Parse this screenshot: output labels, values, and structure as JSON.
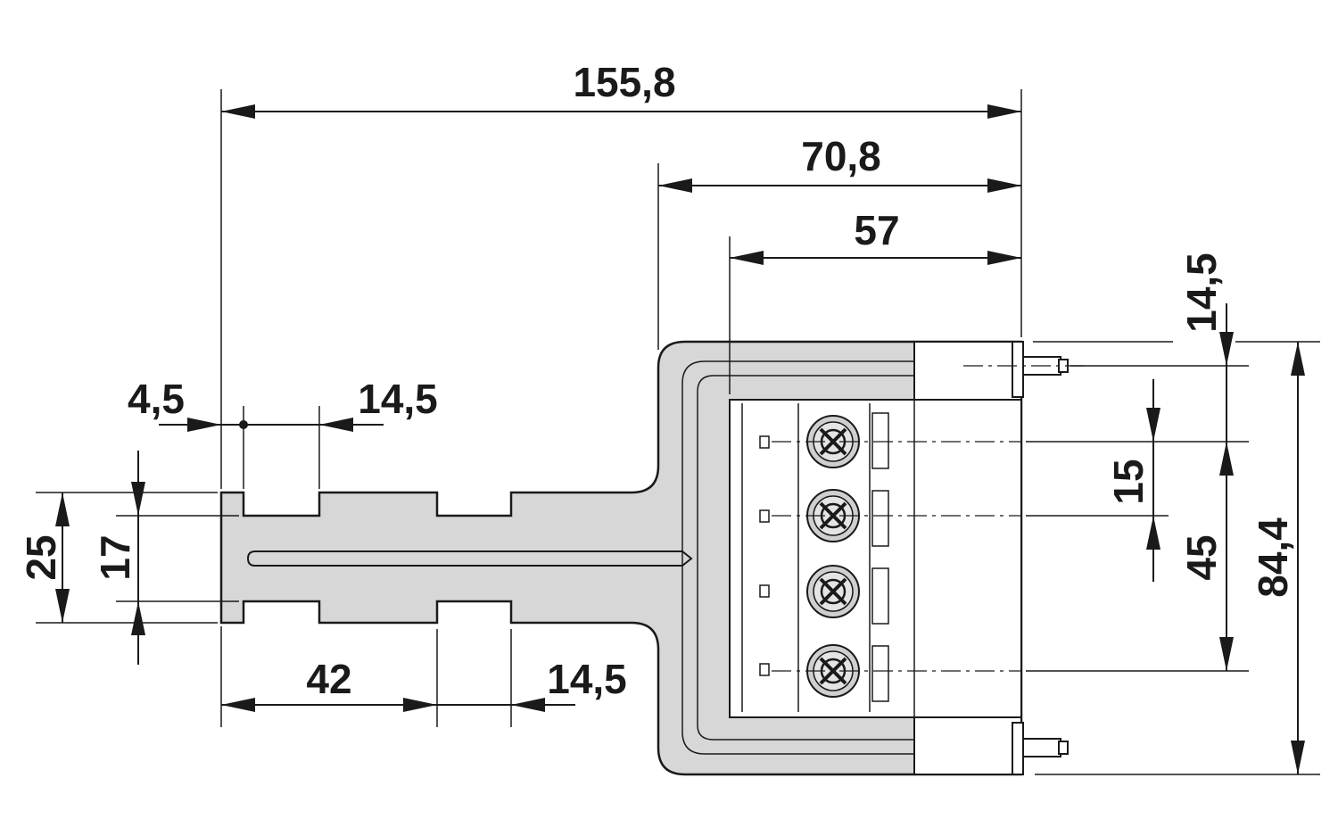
{
  "dimensions": {
    "overall_length": "155,8",
    "right_section_length": "70,8",
    "terminal_width": "57",
    "left_offset": "4,5",
    "top_notch_width": "14,5",
    "bottom_length": "42",
    "bottom_notch_width": "14,5",
    "shaft_outer_height": "25",
    "shaft_inner_height": "17",
    "top_pin_offset": "14,5",
    "screw_pitch": "15",
    "screw_span": "45",
    "overall_height": "84,4"
  },
  "colors": {
    "body_fill": "#d7d7d7",
    "line": "#1a1a1a",
    "background": "#ffffff"
  }
}
